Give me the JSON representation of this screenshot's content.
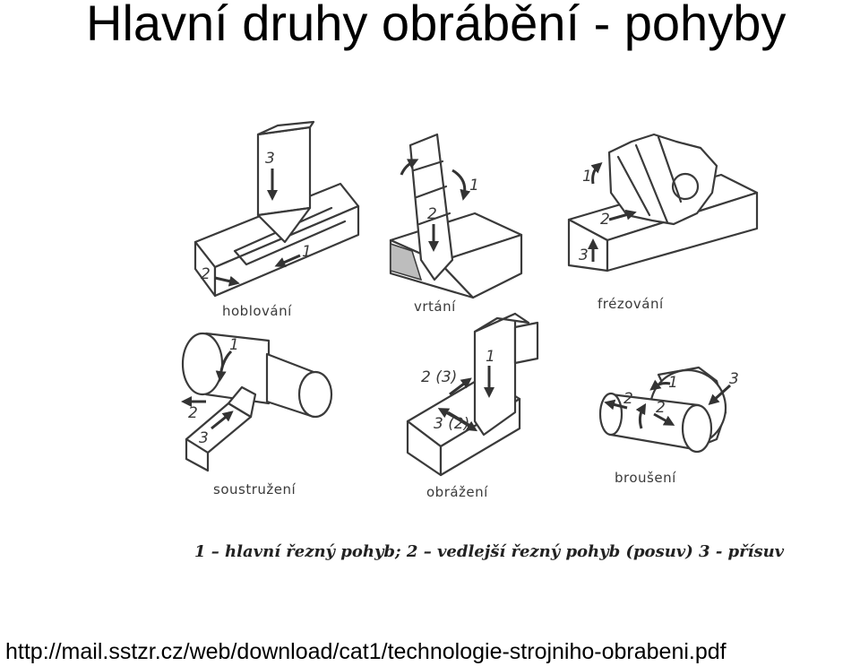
{
  "title": "Hlavní druhy obrábění - pohyby",
  "panels": {
    "hoblovani": {
      "caption": "hoblování",
      "labels": [
        "3",
        "1",
        "2"
      ]
    },
    "vrtani": {
      "caption": "vrtání",
      "labels": [
        "1",
        "2"
      ]
    },
    "frezovani": {
      "caption": "frézování",
      "labels": [
        "1",
        "2",
        "3"
      ]
    },
    "soustruzeni": {
      "caption": "soustružení",
      "labels": [
        "1",
        "2",
        "3"
      ]
    },
    "obrazeni": {
      "caption": "obrážení",
      "labels": [
        "1",
        "2 (3)",
        "3 (2)"
      ]
    },
    "brouseni": {
      "caption": "broušení",
      "labels": [
        "1",
        "2",
        "2",
        "3"
      ]
    }
  },
  "legend": "1 – hlavní řezný pohyb; 2 – vedlejší řezný pohyb (posuv) 3 - přísuv",
  "source_url": "http://mail.sstzr.cz/web/download/cat1/technologie-strojniho-obrabeni.pdf"
}
